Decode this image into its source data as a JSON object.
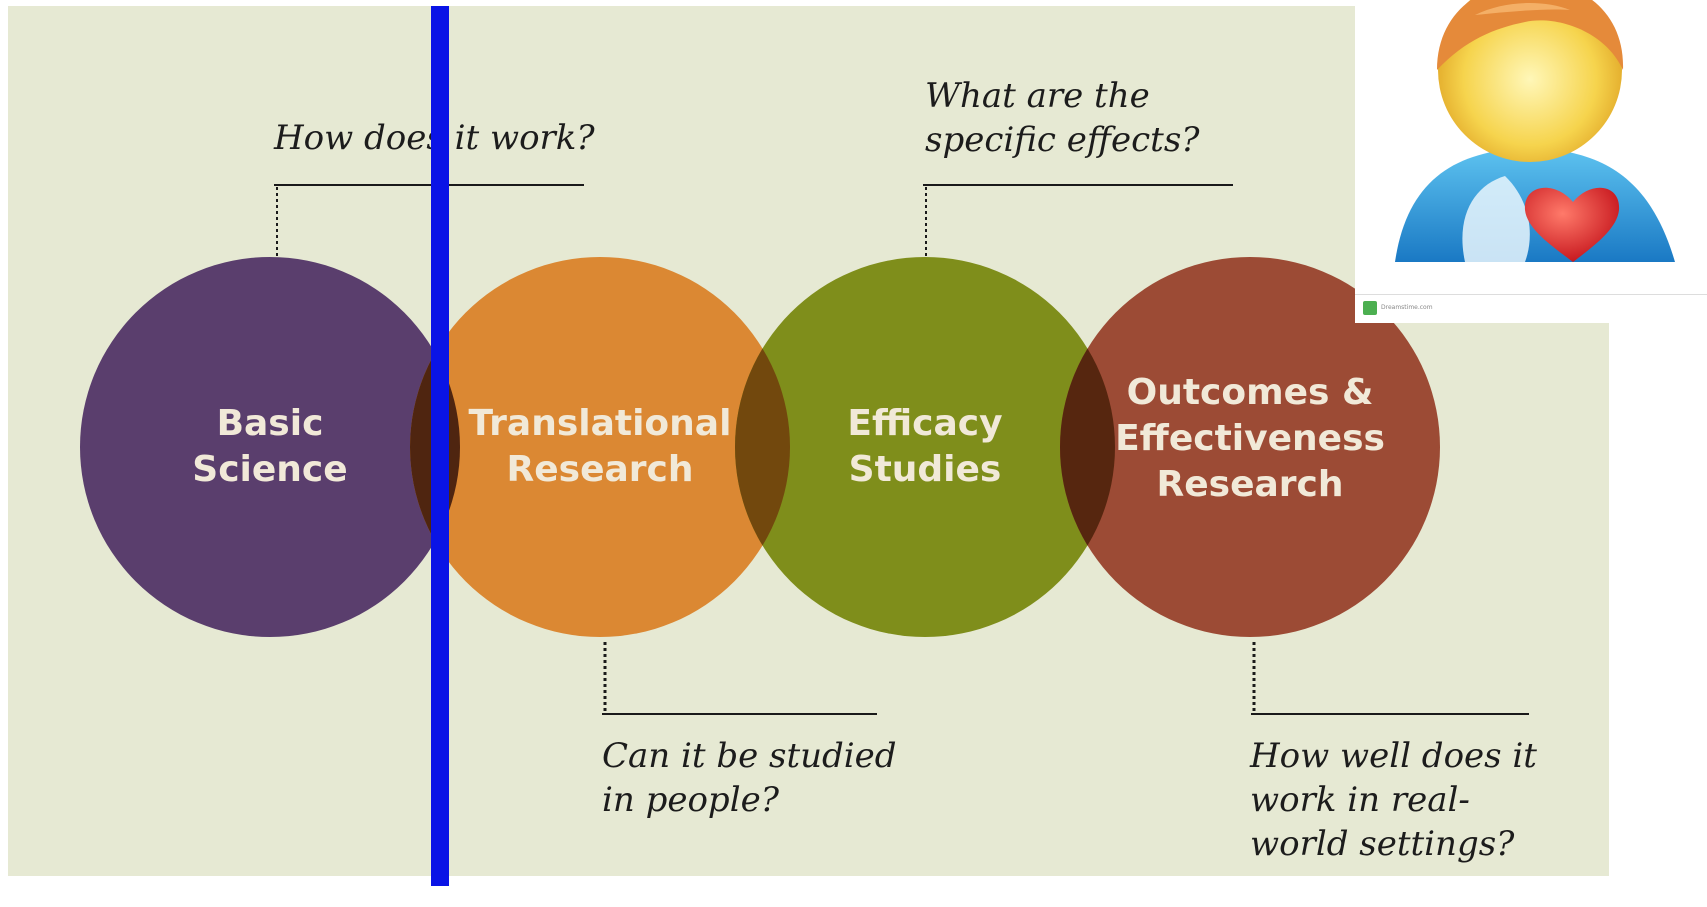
{
  "diagram": {
    "stages": [
      {
        "label": "Basic\nScience",
        "color": "#5a3e6d"
      },
      {
        "label": "Translational\nResearch",
        "color": "#db8833"
      },
      {
        "label": "Efficacy\nStudies",
        "color": "#7f8e1b"
      },
      {
        "label": "Outcomes &\nEffectiveness\nResearch",
        "color": "#9c4b35"
      }
    ],
    "questions": [
      {
        "text": "How does it work?"
      },
      {
        "text": "What are the\nspecific effects?"
      },
      {
        "text": "Can it be studied\nin people?"
      },
      {
        "text": "How well does it\nwork in real-\nworld settings?"
      }
    ]
  },
  "icon": {
    "name": "patient-heart-icon",
    "brand_text": "Dreamstime.com"
  },
  "colors": {
    "background": "#e6e9d3",
    "marker_line": "#0a14e6",
    "overlap": "#4f2510"
  }
}
